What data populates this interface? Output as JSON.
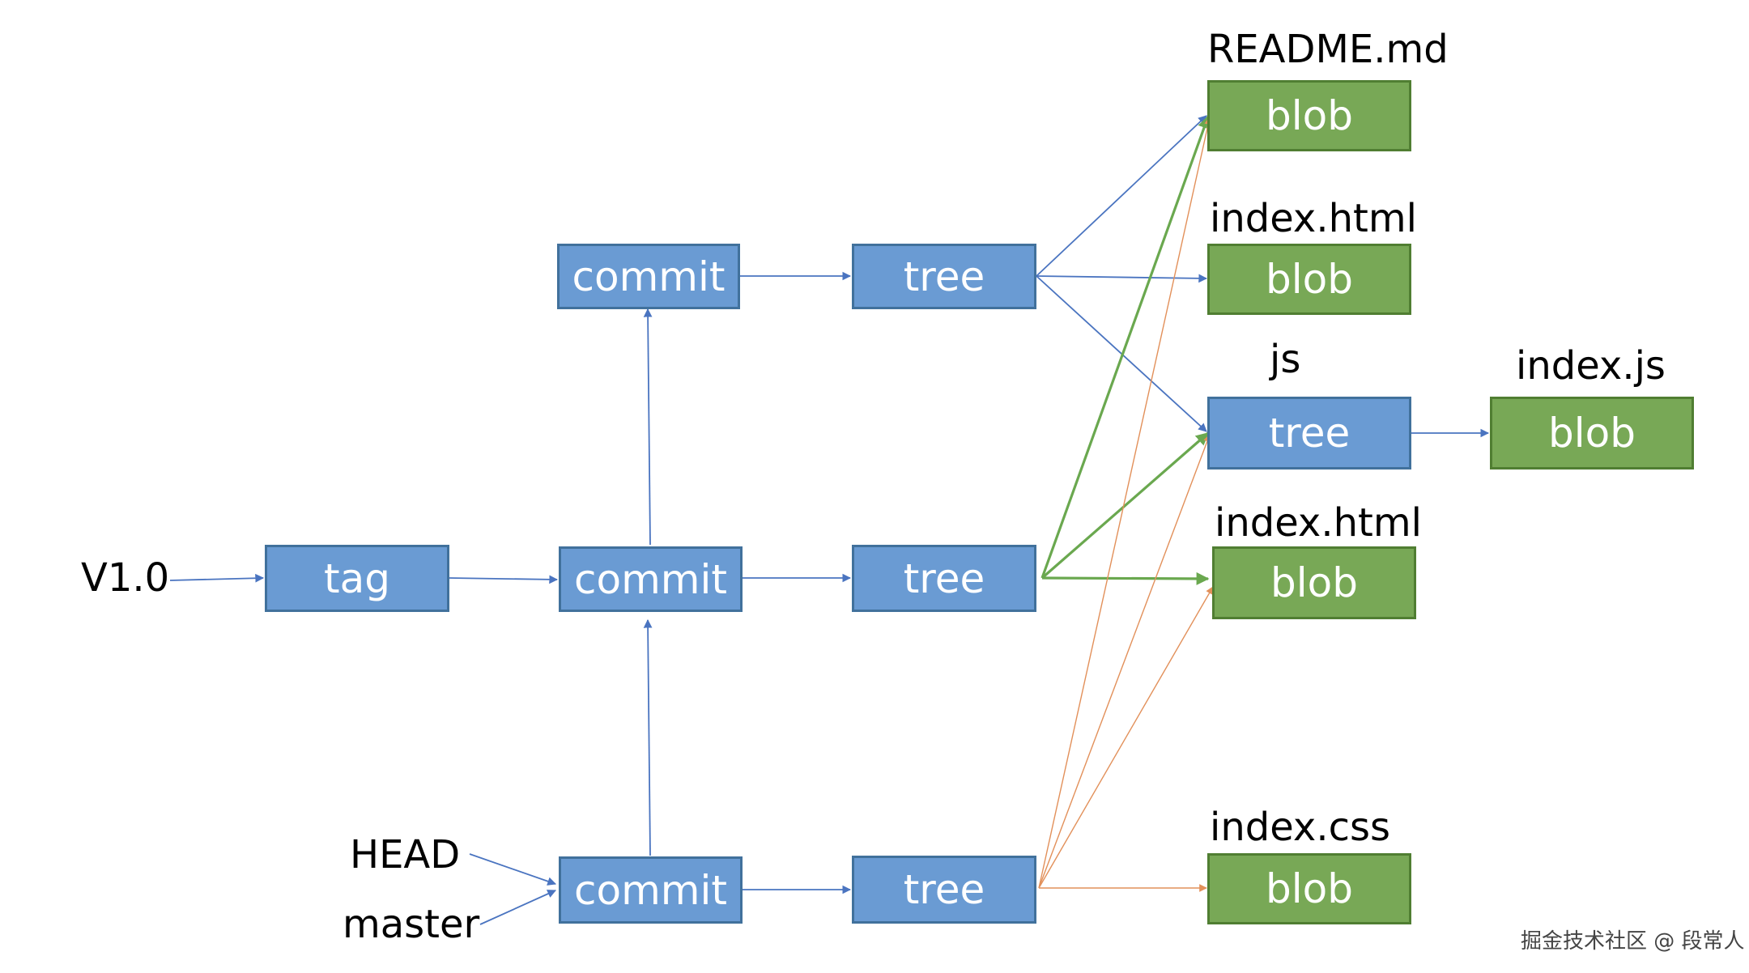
{
  "colors": {
    "blue_fill": "#6a9bd3",
    "blue_border": "#41719c",
    "green_fill": "#78a856",
    "green_border": "#507e32",
    "arrow_blue": "#4a74c0",
    "arrow_green": "#6aa84f",
    "arrow_orange": "#e2905a"
  },
  "nodes": {
    "tag": "tag",
    "commit_top": "commit",
    "commit_mid": "commit",
    "commit_bottom": "commit",
    "tree_top": "tree",
    "tree_mid": "tree",
    "tree_bottom": "tree",
    "tree_js": "tree",
    "blob_readme": "blob",
    "blob_index_html_1": "blob",
    "blob_index_js": "blob",
    "blob_index_html_2": "blob",
    "blob_index_css": "blob"
  },
  "labels": {
    "v1": "V1.0",
    "head": "HEAD",
    "master": "master",
    "readme": "README.md",
    "index_html_1": "index.html",
    "js": "js",
    "index_js": "index.js",
    "index_html_2": "index.html",
    "index_css": "index.css"
  },
  "watermark": "掘金技术社区 @ 段常人"
}
